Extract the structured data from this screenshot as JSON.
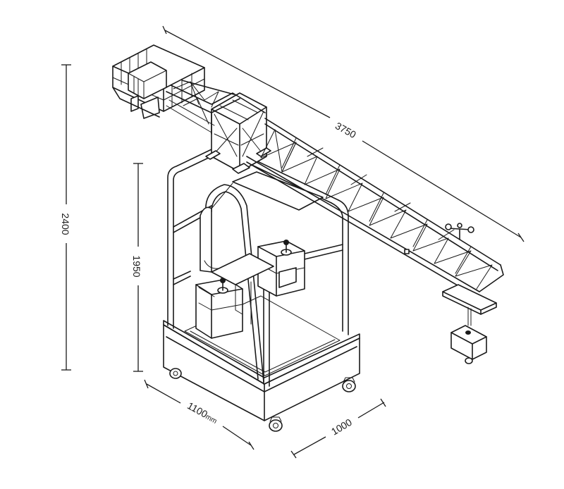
{
  "dimensions": {
    "boom_length": "3750",
    "total_height": "2400",
    "cabin_height": "1950",
    "base_length": "1100",
    "base_length_unit": "mm",
    "base_width": "1000"
  }
}
